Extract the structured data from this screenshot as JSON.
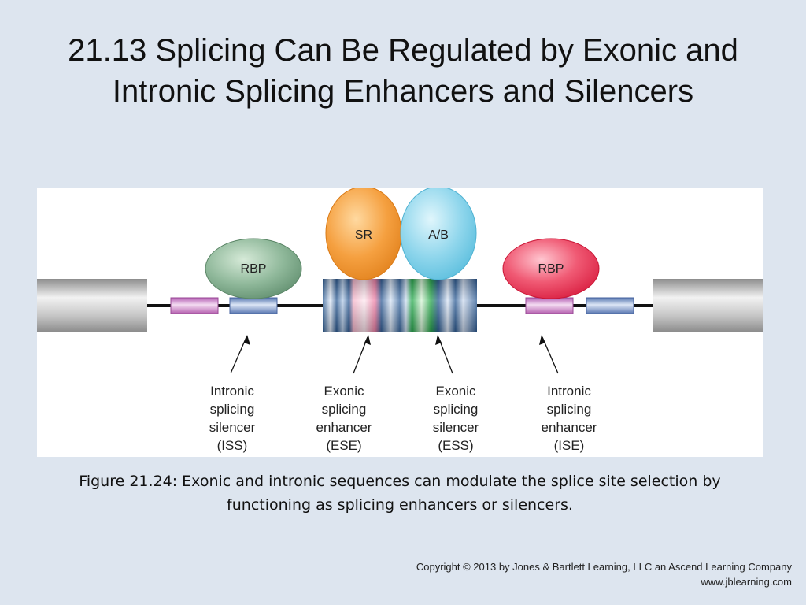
{
  "slide": {
    "title": "21.13 Splicing Can Be Regulated by Exonic and Intronic Splicing Enhancers and Silencers"
  },
  "diagram": {
    "proteins": {
      "rbp_left": "RBP",
      "sr": "SR",
      "ab": "A/B",
      "rbp_right": "RBP"
    },
    "labels": {
      "iss": [
        "Intronic",
        "splicing",
        "silencer",
        "(ISS)"
      ],
      "ese": [
        "Exonic",
        "splicing",
        "enhancer",
        "(ESE)"
      ],
      "ess": [
        "Exonic",
        "splicing",
        "silencer",
        "(ESS)"
      ],
      "ise": [
        "Intronic",
        "splicing",
        "enhancer",
        "(ISE)"
      ]
    }
  },
  "caption": "Figure 21.24: Exonic and intronic sequences can modulate the splice site selection by functioning as splicing enhancers or silencers.",
  "copyright": {
    "line1": "Copyright © 2013 by Jones & Bartlett Learning, LLC an Ascend Learning Company",
    "line2": "www.jblearning.com"
  }
}
